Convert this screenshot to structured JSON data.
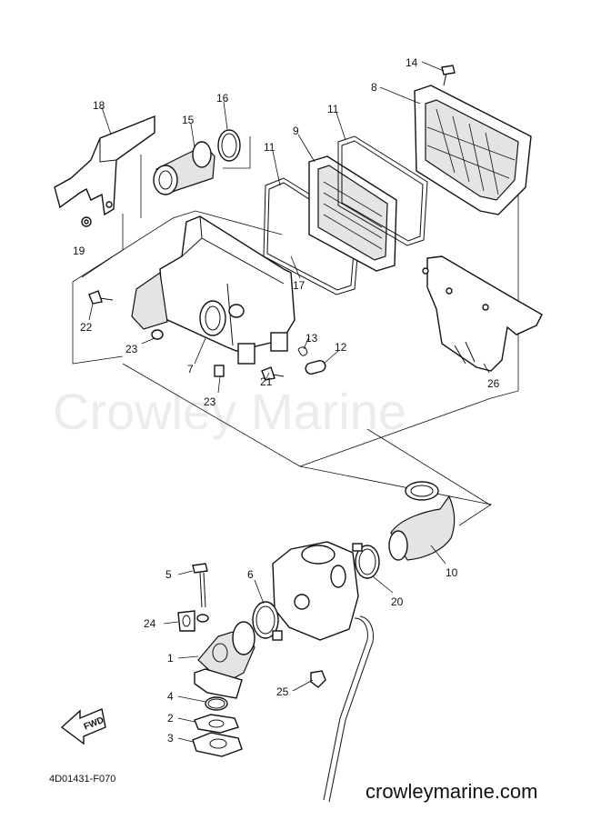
{
  "watermark": "Crowley Marine",
  "website": "crowleymarine.com",
  "diagram_code": "4D01431-F070",
  "fwd_label": "FWD",
  "callouts": {
    "c14": "14",
    "c8": "8",
    "c18": "18",
    "c16": "16",
    "c15": "15",
    "c11a": "11",
    "c9": "9",
    "c11b": "11",
    "c19": "19",
    "c17": "17",
    "c22": "22",
    "c13": "13",
    "c12": "12",
    "c23a": "23",
    "c7": "7",
    "c23b": "23",
    "c21": "21",
    "c26": "26",
    "c10": "10",
    "c5": "5",
    "c6": "6",
    "c20": "20",
    "c24": "24",
    "c1": "1",
    "c25": "25",
    "c4": "4",
    "c2": "2",
    "c3": "3"
  }
}
